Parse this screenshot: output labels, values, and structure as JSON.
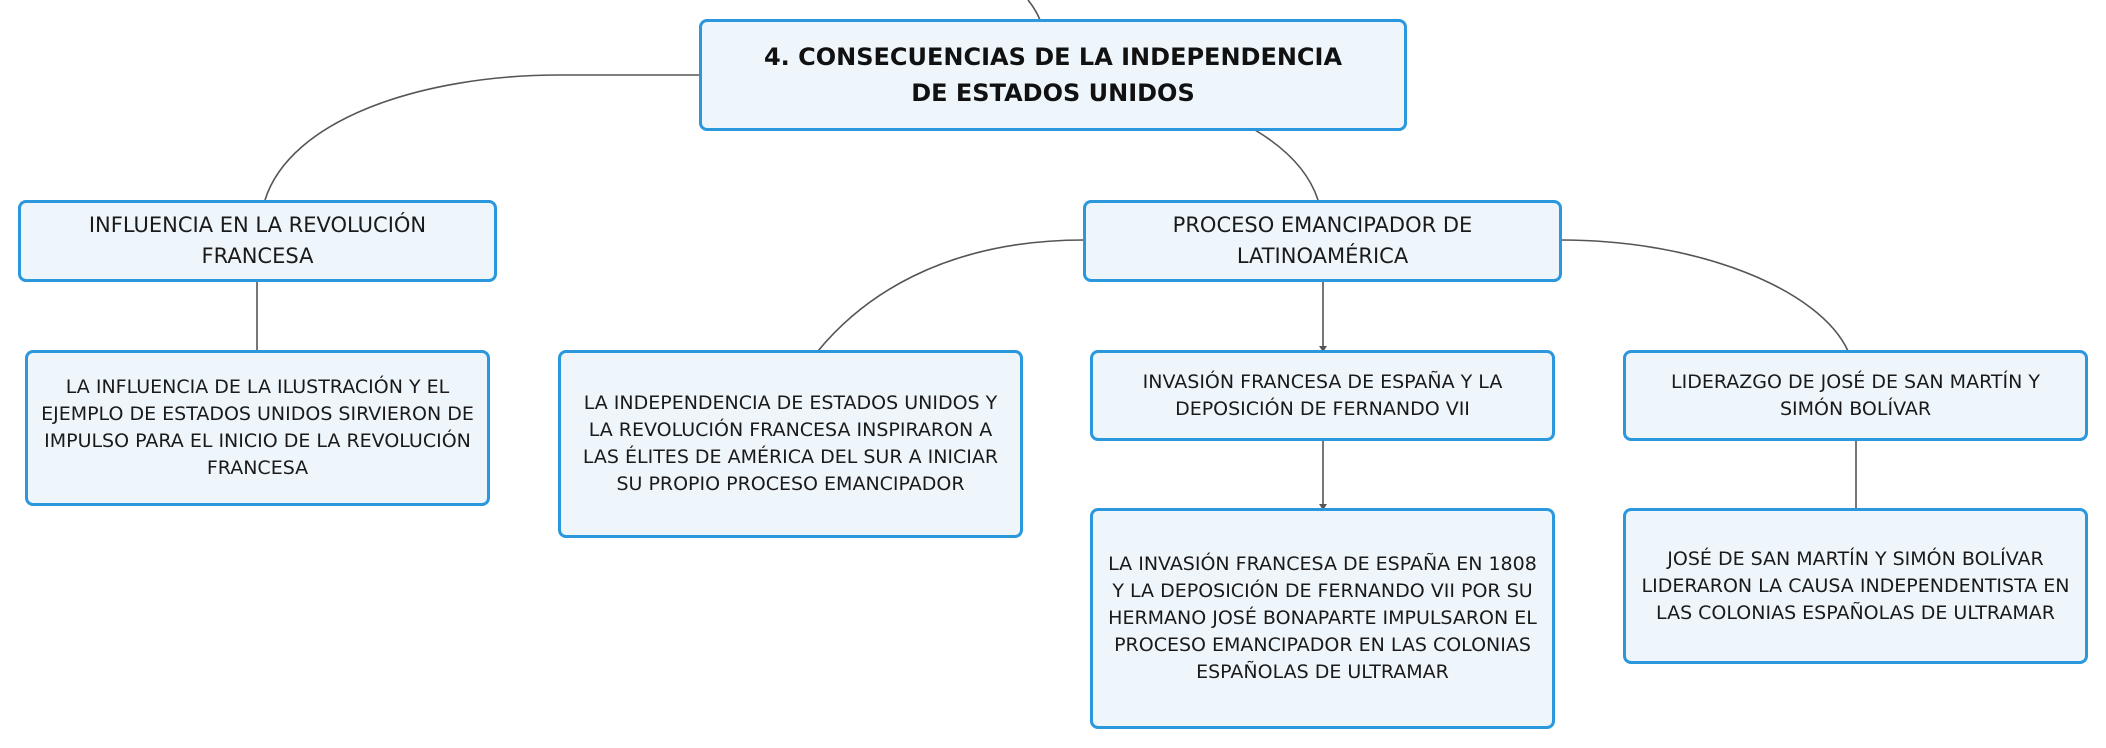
{
  "diagram": {
    "root": {
      "title": "4. CONSECUENCIAS DE LA INDEPENDENCIA DE ESTADOS UNIDOS"
    },
    "branches": [
      {
        "label": "INFLUENCIA EN LA REVOLUCIÓN FRANCESA",
        "children": [
          {
            "text": "LA INFLUENCIA DE LA ILUSTRACIÓN Y EL EJEMPLO DE ESTADOS UNIDOS SIRVIERON DE IMPULSO PARA EL INICIO DE LA REVOLUCIÓN FRANCESA"
          }
        ]
      },
      {
        "label": "PROCESO EMANCIPADOR DE LATINOAMÉRICA",
        "children": [
          {
            "text": "LA INDEPENDENCIA DE ESTADOS UNIDOS Y LA REVOLUCIÓN FRANCESA INSPIRARON A LAS ÉLITES DE AMÉRICA DEL SUR A INICIAR SU PROPIO PROCESO EMANCIPADOR"
          },
          {
            "text": "INVASIÓN FRANCESA DE ESPAÑA Y LA DEPOSICIÓN DE FERNANDO VII",
            "children": [
              {
                "text": "LA INVASIÓN FRANCESA DE ESPAÑA EN 1808 Y LA DEPOSICIÓN DE FERNANDO VII POR SU HERMANO JOSÉ BONAPARTE IMPULSARON EL PROCESO EMANCIPADOR EN LAS COLONIAS ESPAÑOLAS DE ULTRAMAR"
              }
            ]
          },
          {
            "text": "LIDERAZGO DE JOSÉ DE SAN MARTÍN Y SIMÓN BOLÍVAR",
            "children": [
              {
                "text": "JOSÉ DE SAN MARTÍN Y SIMÓN BOLÍVAR LIDERARON LA CAUSA INDEPENDENTISTA EN LAS COLONIAS ESPAÑOLAS DE ULTRAMAR"
              }
            ]
          }
        ]
      }
    ]
  },
  "colors": {
    "node_fill": "#eef6fc",
    "node_border": "#2b97dd",
    "connector": "#555555",
    "text": "#1a1a1a"
  }
}
